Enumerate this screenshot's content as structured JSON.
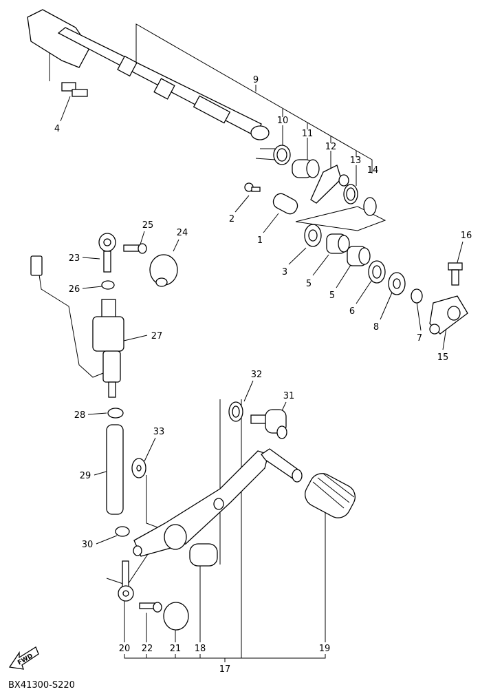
{
  "callouts": [
    "9",
    "10",
    "11",
    "12",
    "13",
    "14",
    "4",
    "2",
    "1",
    "25",
    "24",
    "23",
    "26",
    "3",
    "5",
    "5",
    "6",
    "8",
    "7",
    "16",
    "15",
    "27",
    "32",
    "31",
    "28",
    "33",
    "29",
    "30",
    "20",
    "22",
    "21",
    "18",
    "19",
    "17"
  ],
  "fwd_label": "FWD",
  "diagram_code": "BX41300-S220"
}
